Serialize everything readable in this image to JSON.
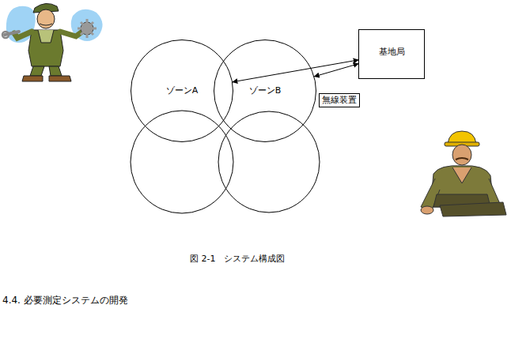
{
  "diagram": {
    "caption": "図 2-1　システム構成図",
    "nodes": [
      {
        "text": [
          "ゾーンA"
        ]
      },
      {
        "text": [
          "ゾーンB"
        ]
      },
      {
        "text": [
          "基地局"
        ]
      },
      {
        "text": [
          "無線装置"
        ]
      }
    ],
    "edges": [
      {
        "from": 0,
        "to": 2,
        "arrow": "both"
      },
      {
        "from": 1,
        "to": 2,
        "arrow": "both"
      }
    ],
    "labels": [
      "4.4. 必要測定システムの開発"
    ]
  }
}
